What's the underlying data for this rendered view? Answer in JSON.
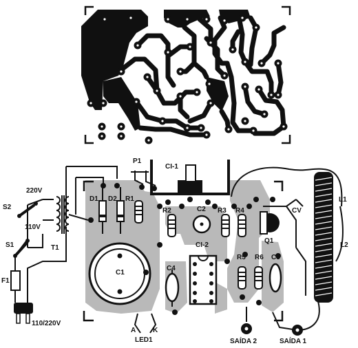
{
  "labels": {
    "v220": "220V",
    "s2": "S2",
    "v110": "110V",
    "s1": "S1",
    "f1": "F1",
    "mains": "110/220V",
    "t1": "T1",
    "d1": "D1",
    "d2": "D2",
    "r1": "R1",
    "p1": "P1",
    "ci1": "CI-1",
    "r2": "R2",
    "c2": "C2",
    "r3": "R3",
    "r4": "R4",
    "cv": "CV",
    "l1": "L1",
    "l2": "L2",
    "q1": "Q1",
    "ci2": "CI-2",
    "c1": "C1",
    "c4": "C4",
    "r5": "R5",
    "r6": "R6",
    "c3": "C3",
    "a": "A",
    "k": "K",
    "led1": "LED1",
    "saida2": "SAÍDA 2",
    "saida1": "SAÍDA 1"
  },
  "colors": {
    "copper": "#101010",
    "board_shade": "#b9b9b9",
    "background": "#ffffff"
  }
}
